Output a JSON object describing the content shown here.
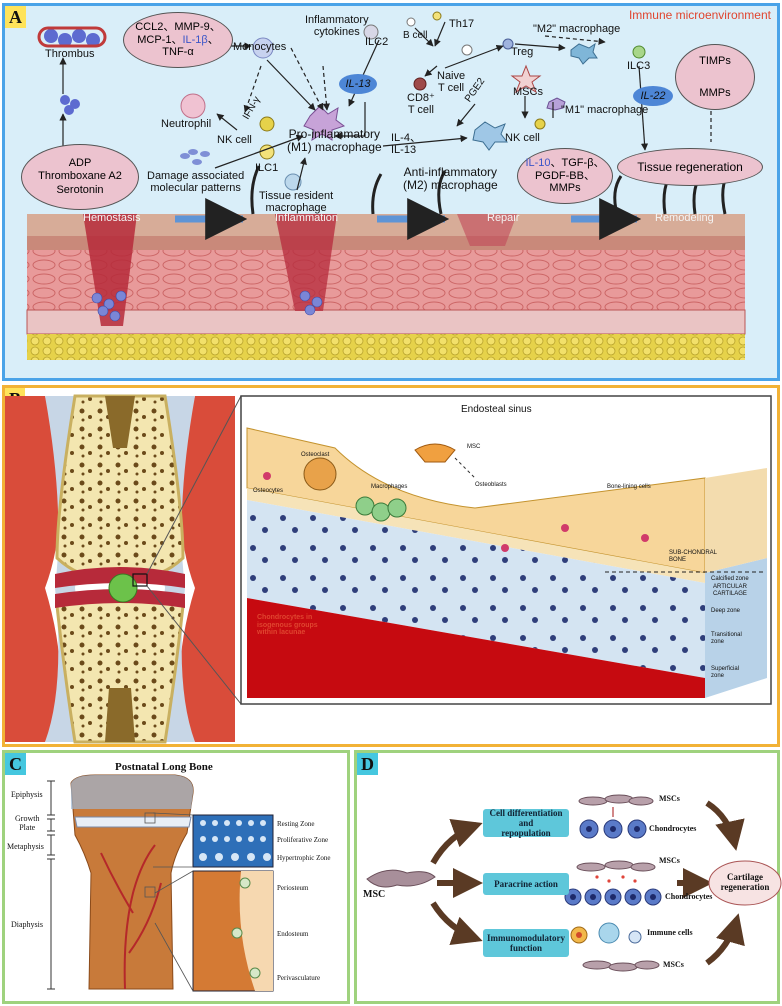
{
  "panelA": {
    "label": "A",
    "corner_title": "Immune microenvironment",
    "thrombus": "Thrombus",
    "cytokines_group": [
      "CCL2、MMP-9、",
      "MCP-1、",
      "IL-1β",
      "、",
      "TNF-α"
    ],
    "monocytes": "Monocytes",
    "inflammatory_cytokines": [
      "Inflammatory",
      "cytokines"
    ],
    "ilc2": "ILC2",
    "b_cell": "B cell",
    "th17": "Th17",
    "m2_macrophage": "\"M2\" macrophage",
    "treg": "Treg",
    "ilc3": "ILC3",
    "timps": "TIMPs",
    "mmps": "MMPs",
    "il13_pill": "IL-13",
    "il22_pill": "IL-22",
    "naive_t": [
      "Naive",
      "T cell"
    ],
    "cd8_t": [
      "CD8⁺",
      "T cell"
    ],
    "mscs": "MSCs",
    "m1_macrophage": "\"M1\" macrophage",
    "pge2": "PGE2",
    "nk_cell_right": "NK cell",
    "ifn_gamma": "IFN-γ",
    "neutrophil": "Neutrophil",
    "nk_cell_left": "NK cell",
    "ilc1": "ILC1",
    "pro_inflammatory": [
      "Pro-inflammatory",
      "(M1) macrophage"
    ],
    "il4_il13": [
      "IL-4、",
      "IL-13"
    ],
    "anti_inflammatory": [
      "Anti-inflammatory",
      "(M2) macrophage"
    ],
    "growth_factors": [
      "IL-10",
      "、TGF-β、",
      "PGDF-BB、",
      "MMPs"
    ],
    "tissue_regeneration": "Tissue regeneration",
    "platelet_factors": [
      "ADP",
      "Thromboxane A2",
      "Serotonin"
    ],
    "damp": [
      "Damage associated",
      "molecular patterns"
    ],
    "tissue_resident": [
      "Tissue resident",
      "macrophage"
    ],
    "phases": [
      "Hemostasis",
      "Inflammation",
      "Repair",
      "Remodeling"
    ]
  },
  "panelB": {
    "label": "B",
    "endosteal_sinus": "Endosteal sinus",
    "msc": "MSC",
    "osteoclast": "Osteoclast",
    "osteocytes": "Osteocytes",
    "macrophages": "Macrophages",
    "osteoblasts": "Osteoblasts",
    "bone_lining": "Bone-lining cells",
    "subchondral": [
      "SUB-CHONDRAL",
      "BONE"
    ],
    "articular": [
      "ARTICULAR",
      "CARTILAGE"
    ],
    "calcified_zone": "Calcified zone",
    "deep_zone": "Deep zone",
    "transitional_zone": [
      "Transitional",
      "zone"
    ],
    "superficial_zone": [
      "Superficial",
      "zone"
    ],
    "chondrocytes": [
      "Chondrocytes in",
      "isogenous groups",
      "within lacunae"
    ]
  },
  "panelC": {
    "label": "C",
    "title": "Postnatal Long Bone",
    "regions": [
      "Epiphysis",
      "Growth",
      "Plate",
      "Metaphysis",
      "Diaphysis"
    ],
    "zones": [
      "Resting Zone",
      "Proliferative Zone",
      "Hypertrophic Zone"
    ],
    "layers": [
      "Periosteum",
      "Endosteum",
      "Perivasculature"
    ]
  },
  "panelD": {
    "label": "D",
    "msc": "MSC",
    "boxes": [
      [
        "Cell differentiation and",
        "repopulation"
      ],
      [
        "Paracrine action"
      ],
      [
        "Immunomodulatory",
        "function"
      ]
    ],
    "mscs_label": "MSCs",
    "chondrocytes": "Chondrocytes",
    "immune_cells": "Immune cells",
    "cartilage": [
      "Cartilage",
      "regeneration"
    ]
  },
  "colors": {
    "panelA_border": "#4aa3e8",
    "panelB_border": "#f2b236",
    "panelCD_border": "#9fd27e",
    "label_yellow": "#ffe35a",
    "label_cyan": "#45c7df",
    "ellipse_pink": "#ecc3cf",
    "pill_blue": "#4d86d6",
    "accent_red": "#e0452f",
    "box_cyan": "#5ec7da"
  }
}
